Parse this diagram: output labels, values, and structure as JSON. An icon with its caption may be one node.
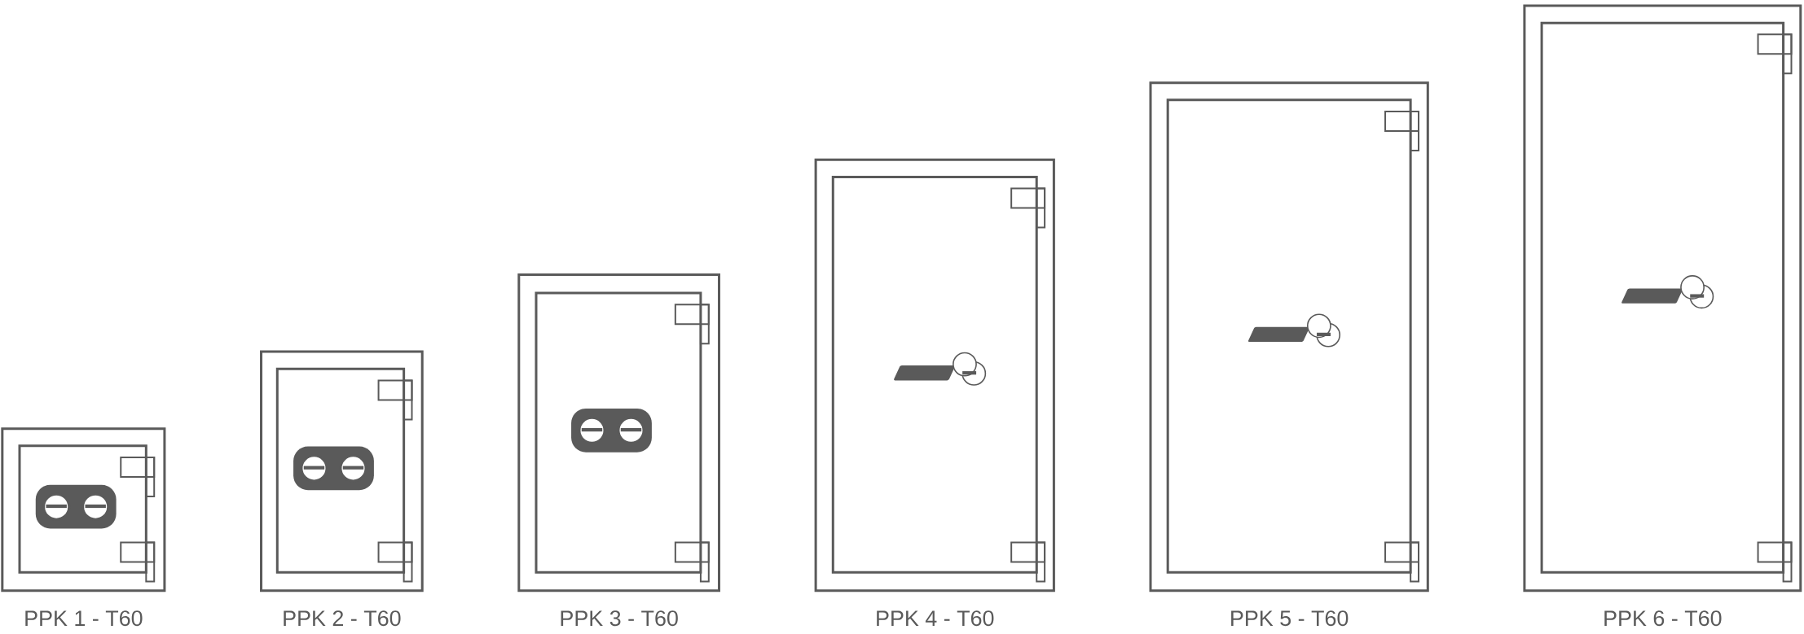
{
  "diagram": {
    "labels": [
      "PPK 1 - T60",
      "PPK 2 - T60",
      "PPK 3 - T60",
      "PPK 4 - T60",
      "PPK 5 - T60",
      "PPK 6 - T60"
    ]
  }
}
